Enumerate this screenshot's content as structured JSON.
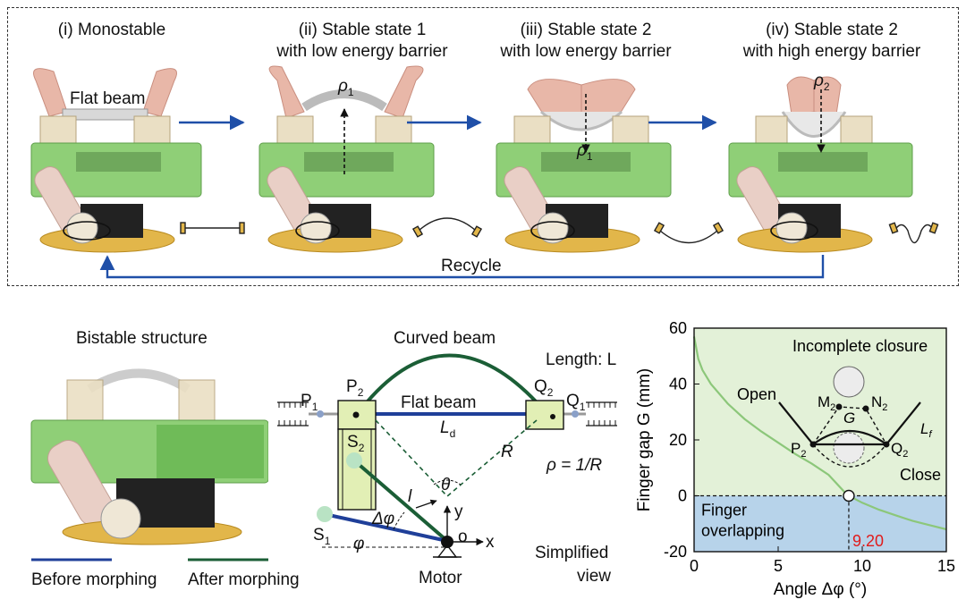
{
  "stages": [
    {
      "numeral": "(i)",
      "line1": "Monostable",
      "line2": ""
    },
    {
      "numeral": "(ii)",
      "line1": "Stable state 1",
      "line2": "with low energy barrier"
    },
    {
      "numeral": "(iii)",
      "line1": "Stable state 2",
      "line2": "with low energy barrier"
    },
    {
      "numeral": "(iv)",
      "line1": "Stable state 2",
      "line2": "with high energy barrier"
    }
  ],
  "top_labels": {
    "flat_beam": "Flat beam",
    "rho1_a": "ρ",
    "rho1_a_sub": "1",
    "rho1_b": "ρ",
    "rho1_b_sub": "1",
    "rho2": "ρ",
    "rho2_sub": "2",
    "recycle": "Recycle"
  },
  "bistable": {
    "title": "Bistable structure",
    "legend_before": "Before morphing",
    "legend_after": "After morphing",
    "color_before": "#1f3f99",
    "color_after": "#1b5e36"
  },
  "curved_beam": {
    "title": "Curved beam",
    "length": "Length: L",
    "flat_beam": "Flat beam",
    "ld": "L",
    "ld_sub": "d",
    "P1": "P",
    "P1_sub": "1",
    "P2": "P",
    "P2_sub": "2",
    "Q1": "Q",
    "Q1_sub": "1",
    "Q2": "Q",
    "Q2_sub": "2",
    "S1": "S",
    "S1_sub": "1",
    "S2": "S",
    "S2_sub": "2",
    "R": "R",
    "theta": "θ",
    "l": "l",
    "dphi": "Δφ",
    "phi": "φ",
    "y": "y",
    "x": "x",
    "o": "o",
    "rho_eq": "ρ = 1/R",
    "motor": "Motor",
    "simplified": "Simplified",
    "view": "view"
  },
  "chart_data": {
    "type": "line",
    "xlabel": "Angle Δφ (°)",
    "ylabel": "Finger gap G (mm)",
    "xlim": [
      0,
      15
    ],
    "ylim": [
      -20,
      60
    ],
    "xticks": [
      0,
      5,
      10,
      15
    ],
    "yticks": [
      -20,
      0,
      20,
      40,
      60
    ],
    "series": [
      {
        "x": [
          0,
          0.25,
          0.5,
          1,
          2,
          3,
          4,
          5,
          6,
          7,
          8,
          9,
          9.2,
          10,
          11,
          12,
          13,
          14,
          15
        ],
        "y": [
          57,
          49,
          45,
          40,
          33,
          27.5,
          23,
          19,
          15,
          11.5,
          7.5,
          1,
          0,
          -2.5,
          -5,
          -7,
          -9,
          -10.5,
          -12
        ]
      }
    ],
    "annotation_value": "9.20",
    "regions": {
      "upper": "Incomplete closure",
      "lower_line1": "Finger",
      "lower_line2": "overlapping"
    },
    "inset": {
      "open": "Open",
      "close": "Close",
      "M2": "M",
      "M2_sub": "2",
      "N2": "N",
      "N2_sub": "2",
      "G": "G",
      "P2": "P",
      "P2_sub": "2",
      "Q2": "Q",
      "Q2_sub": "2",
      "Lf": "L",
      "Lf_sub": "f"
    },
    "colors": {
      "upper_bg": "#e3f1d8",
      "lower_bg": "#b7d3ea",
      "curve": "#8cc77a",
      "annotation": "#e11b1b"
    }
  }
}
